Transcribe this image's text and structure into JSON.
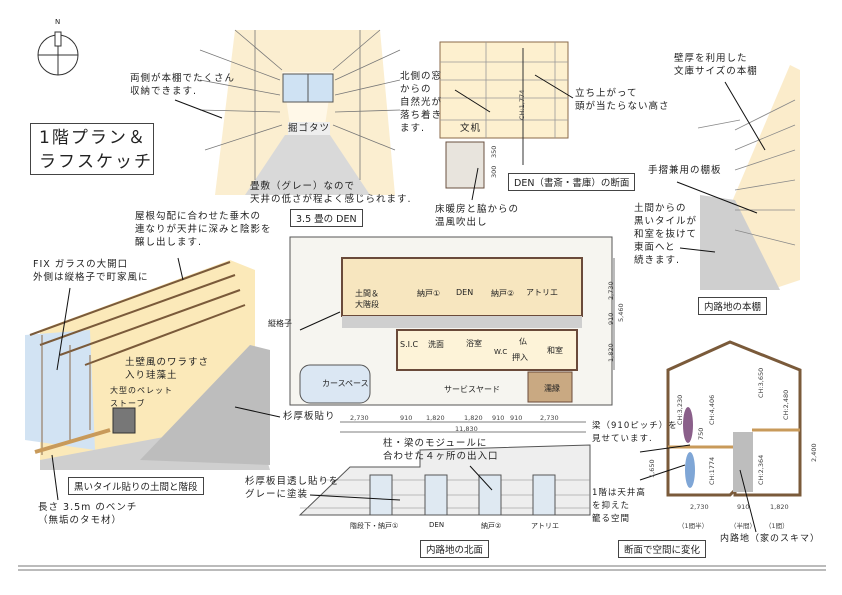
{
  "compass": {
    "north_label": "N"
  },
  "title": {
    "line1": "1階プラン＆",
    "line2": "ラフスケッチ"
  },
  "den_perspective": {
    "note_shelves": [
      "両側が本棚でたくさん",
      "収納できます."
    ],
    "label_kotatsu": "掘ゴタツ",
    "note_tatami": [
      "畳敷（グレー）なので",
      "天井の低さが程よく感じられます."
    ],
    "caption": "3.5 畳の DEN"
  },
  "den_section": {
    "note_window": [
      "北側の窓",
      "からの",
      "自然光が",
      "落ち着き",
      "ます."
    ],
    "label_desk": "文机",
    "ch": "CH:1,774",
    "dim_350": "350",
    "dim_300": "300",
    "note_height": [
      "立ち上がって",
      "頭が当たらない高さ"
    ],
    "caption": "DEN（書斎・書庫）の断面",
    "note_heating": [
      "床暖房と脇からの",
      "温風吹出し"
    ]
  },
  "alley_shelf": {
    "note_bunko": [
      "壁厚を利用した",
      "文庫サイズの本棚"
    ],
    "note_handrail": "手摺兼用の棚板",
    "note_tile": [
      "土間からの",
      "黒いタイルが",
      "和室を抜けて",
      "東面へと",
      "続きます."
    ],
    "caption": "内路地の本棚"
  },
  "stair_sketch": {
    "note_rafters": [
      "屋根勾配に合わせた垂木の",
      "連なりが天井に深みと陰影を",
      "醸し出します."
    ],
    "note_glass": [
      "FIX ガラスの大開口",
      "外側は縦格子で町家風に"
    ],
    "note_wall": [
      "土壁風のワラすさ",
      "入り珪藻土"
    ],
    "note_stove": [
      "大型のペレット",
      "ストーブ"
    ],
    "note_cedar": "杉厚板貼り",
    "caption": "黒いタイル貼りの土間と階段",
    "note_bench": [
      "長さ 3.5m のベンチ",
      "（無垢のタモ材）"
    ]
  },
  "plan": {
    "lattice_label": "縦格子",
    "rooms": {
      "doma": [
        "土間＆",
        "大階段"
      ],
      "nando1": "納戸①",
      "den": "DEN",
      "nando2": "納戸②",
      "atelier": "アトリエ",
      "sic": "S.I.C",
      "senmen": "洗面",
      "yokushitsu": "浴室",
      "wc": "W.C",
      "butsu": "仏",
      "oshiire": "押入",
      "washitsu": "和室",
      "car": "カースペース",
      "service": "サービスヤード",
      "nureen": "濡縁"
    },
    "dims_bottom": [
      "2,730",
      "910",
      "1,820",
      "1,820",
      "910",
      "910",
      "2,730"
    ],
    "dim_total": "11,830",
    "dims_right": [
      "2,730",
      "910",
      "1,820"
    ],
    "dim_right_total": "5,460"
  },
  "north_elevation": {
    "note_doors": [
      "柱・梁のモジュールに",
      "合わせた４ヶ所の出入口"
    ],
    "note_paint": [
      "杉厚板目透し貼りを",
      "グレーに塗装"
    ],
    "door_labels": [
      "階段下・納戸①",
      "DEN",
      "納戸②",
      "アトリエ"
    ],
    "caption": "内路地の北面"
  },
  "section": {
    "ch_labels": [
      "CH:3,230",
      "CH:4,406",
      "CH:3,650",
      "CH:2,480",
      "CH:1774",
      "CH:2,364"
    ],
    "dim_750": "750",
    "dim_1650": "1,650",
    "dim_2400": "2,400",
    "note_beam": [
      "梁（910ピッチ）を",
      "見せています."
    ],
    "note_first": [
      "1階は天井高",
      "を抑えた",
      "籠る空間"
    ],
    "dims_bottom": [
      "2,730",
      "910",
      "1,820"
    ],
    "dims_units": [
      "（1間半）",
      "（半間）",
      "（1間）"
    ],
    "note_alley": "内路地（家のスキマ）",
    "caption": "断面で空間に変化"
  }
}
